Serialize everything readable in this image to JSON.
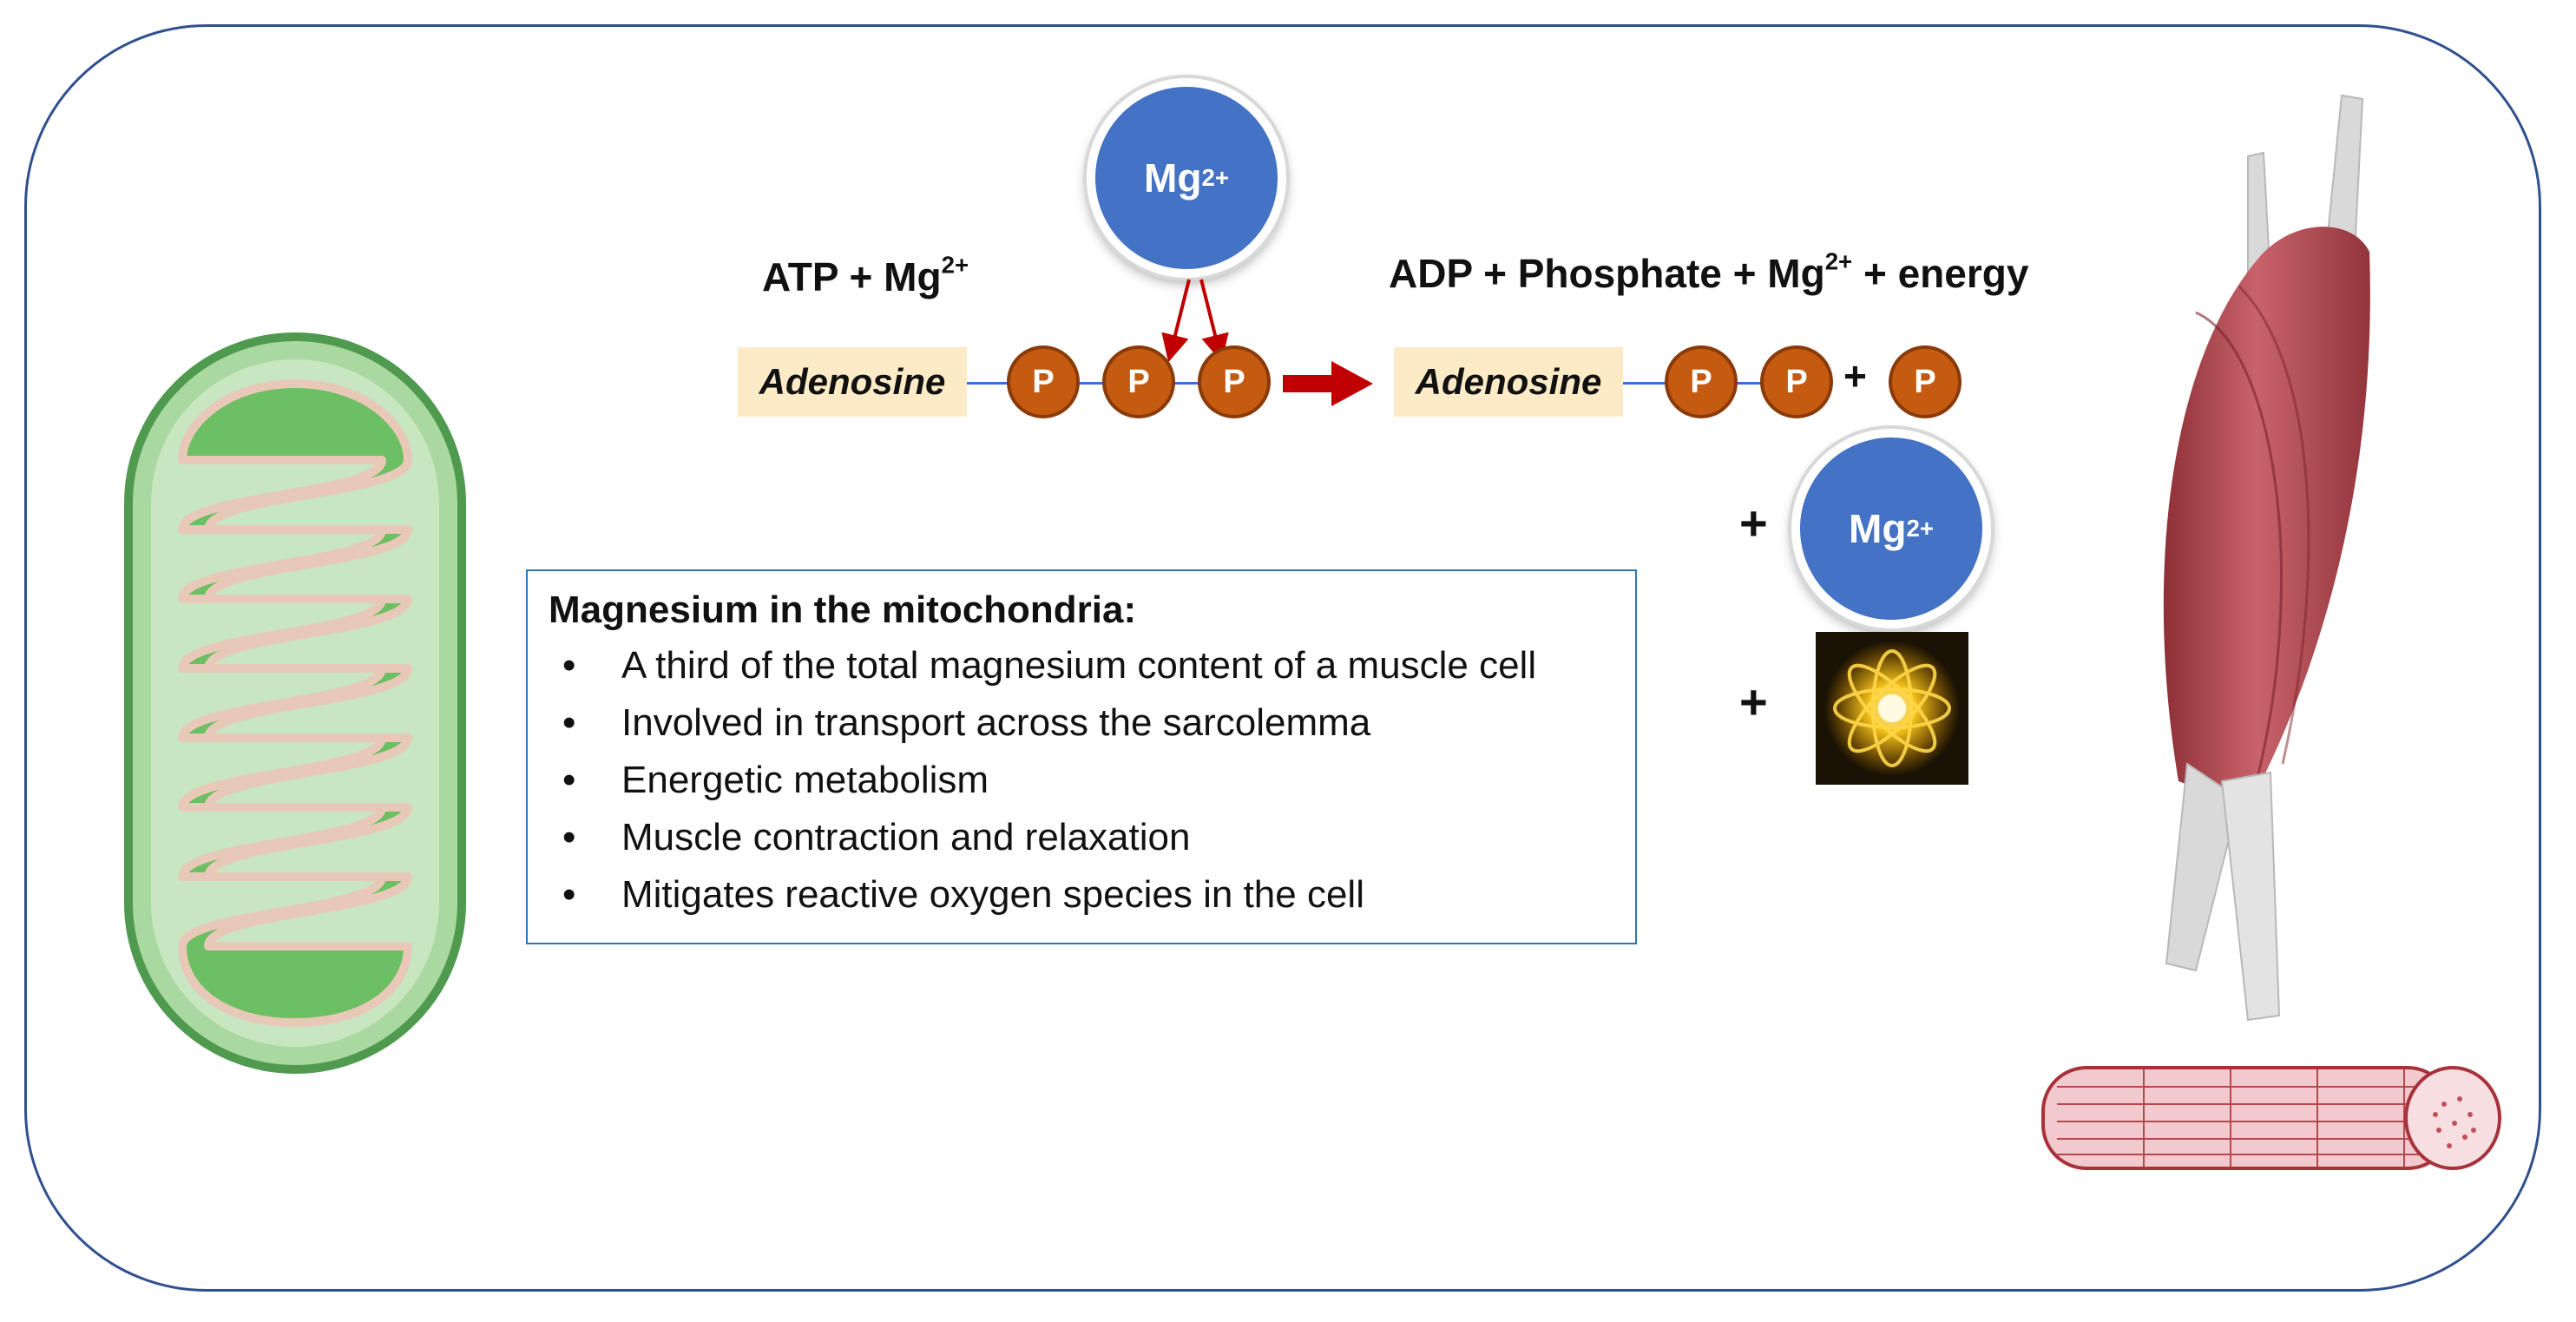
{
  "reaction": {
    "reactants_label": "ATP + Mg",
    "reactants_charge": "2+",
    "products_prefix": "ADP + Phosphate + Mg",
    "products_charge": "2+",
    "products_suffix": " + energy",
    "adenosine_label": "Adenosine",
    "phosphate_label": "P",
    "plus_sign": "+"
  },
  "magnesium_ion": {
    "symbol": "Mg",
    "charge": "2+"
  },
  "info_box": {
    "heading": "Magnesium in the mitochondria:",
    "bullet": "•",
    "items": [
      "A third of the total magnesium content of a muscle cell",
      "Involved in transport across the sarcolemma",
      "Energetic metabolism",
      "Muscle contraction and relaxation",
      "Mitigates reactive oxygen species in the cell"
    ]
  },
  "colors": {
    "frame": "#2f4f8f",
    "magnesium": "#4472c4",
    "phosphate": "#c55a11",
    "adenosine_bg": "#fcebc6",
    "reaction_arrow": "#c00000",
    "mitochondrion": "#5fb55f",
    "muscle": "#b5474f"
  },
  "icons": [
    "mitochondrion-illustration",
    "muscle-illustration",
    "muscle-fiber-illustration",
    "energy-burst-icon"
  ]
}
